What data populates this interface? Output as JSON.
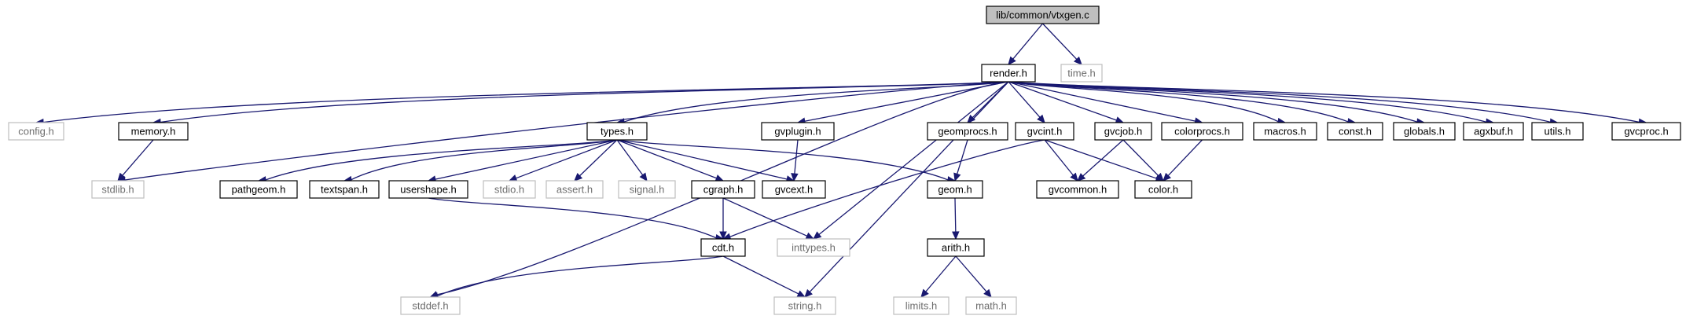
{
  "graph": {
    "edge_color": "#191970",
    "nodes": {
      "vtxgen": {
        "label": "lib/common/vtxgen.c",
        "style": "root"
      },
      "render": {
        "label": "render.h",
        "style": "doc"
      },
      "time": {
        "label": "time.h",
        "style": "ext"
      },
      "config": {
        "label": "config.h",
        "style": "ext"
      },
      "memory": {
        "label": "memory.h",
        "style": "doc"
      },
      "stdlib": {
        "label": "stdlib.h",
        "style": "ext"
      },
      "types": {
        "label": "types.h",
        "style": "doc"
      },
      "gvplugin": {
        "label": "gvplugin.h",
        "style": "doc"
      },
      "geomprocs": {
        "label": "geomprocs.h",
        "style": "doc"
      },
      "gvcint": {
        "label": "gvcint.h",
        "style": "doc"
      },
      "gvcjob": {
        "label": "gvcjob.h",
        "style": "doc"
      },
      "colorprocs": {
        "label": "colorprocs.h",
        "style": "doc"
      },
      "macros": {
        "label": "macros.h",
        "style": "doc"
      },
      "const": {
        "label": "const.h",
        "style": "doc"
      },
      "globals": {
        "label": "globals.h",
        "style": "doc"
      },
      "agxbuf": {
        "label": "agxbuf.h",
        "style": "doc"
      },
      "utils": {
        "label": "utils.h",
        "style": "doc"
      },
      "gvcproc": {
        "label": "gvcproc.h",
        "style": "doc"
      },
      "pathgeom": {
        "label": "pathgeom.h",
        "style": "doc"
      },
      "textspan": {
        "label": "textspan.h",
        "style": "doc"
      },
      "usershape": {
        "label": "usershape.h",
        "style": "doc"
      },
      "stdio": {
        "label": "stdio.h",
        "style": "ext"
      },
      "assert": {
        "label": "assert.h",
        "style": "ext"
      },
      "signal": {
        "label": "signal.h",
        "style": "ext"
      },
      "cgraph": {
        "label": "cgraph.h",
        "style": "doc"
      },
      "gvcext": {
        "label": "gvcext.h",
        "style": "doc"
      },
      "geom": {
        "label": "geom.h",
        "style": "doc"
      },
      "gvcommon": {
        "label": "gvcommon.h",
        "style": "doc"
      },
      "color": {
        "label": "color.h",
        "style": "doc"
      },
      "cdt": {
        "label": "cdt.h",
        "style": "doc"
      },
      "inttypes": {
        "label": "inttypes.h",
        "style": "ext"
      },
      "arith": {
        "label": "arith.h",
        "style": "doc"
      },
      "stddef": {
        "label": "stddef.h",
        "style": "ext"
      },
      "string": {
        "label": "string.h",
        "style": "ext"
      },
      "limits": {
        "label": "limits.h",
        "style": "ext"
      },
      "math": {
        "label": "math.h",
        "style": "ext"
      }
    },
    "edges": [
      [
        "vtxgen",
        "render"
      ],
      [
        "vtxgen",
        "time"
      ],
      [
        "render",
        "config"
      ],
      [
        "render",
        "memory"
      ],
      [
        "render",
        "stdlib"
      ],
      [
        "render",
        "types"
      ],
      [
        "render",
        "gvplugin"
      ],
      [
        "render",
        "geomprocs"
      ],
      [
        "render",
        "gvcint"
      ],
      [
        "render",
        "gvcjob"
      ],
      [
        "render",
        "colorprocs"
      ],
      [
        "render",
        "macros"
      ],
      [
        "render",
        "const"
      ],
      [
        "render",
        "globals"
      ],
      [
        "render",
        "agxbuf"
      ],
      [
        "render",
        "utils"
      ],
      [
        "render",
        "gvcproc"
      ],
      [
        "render",
        "inttypes"
      ],
      [
        "render",
        "string"
      ],
      [
        "render",
        "stddef"
      ],
      [
        "memory",
        "stdlib"
      ],
      [
        "types",
        "pathgeom"
      ],
      [
        "types",
        "textspan"
      ],
      [
        "types",
        "usershape"
      ],
      [
        "types",
        "stdio"
      ],
      [
        "types",
        "assert"
      ],
      [
        "types",
        "signal"
      ],
      [
        "types",
        "cgraph"
      ],
      [
        "types",
        "gvcext"
      ],
      [
        "types",
        "geom"
      ],
      [
        "gvplugin",
        "gvcext"
      ],
      [
        "geomprocs",
        "geom"
      ],
      [
        "gvcint",
        "gvcommon"
      ],
      [
        "gvcint",
        "color"
      ],
      [
        "gvcint",
        "cdt"
      ],
      [
        "gvcjob",
        "gvcommon"
      ],
      [
        "gvcjob",
        "color"
      ],
      [
        "colorprocs",
        "color"
      ],
      [
        "usershape",
        "cdt"
      ],
      [
        "cgraph",
        "cdt"
      ],
      [
        "cgraph",
        "inttypes"
      ],
      [
        "geom",
        "arith"
      ],
      [
        "cdt",
        "stddef"
      ],
      [
        "cdt",
        "string"
      ],
      [
        "arith",
        "limits"
      ],
      [
        "arith",
        "math"
      ]
    ]
  }
}
